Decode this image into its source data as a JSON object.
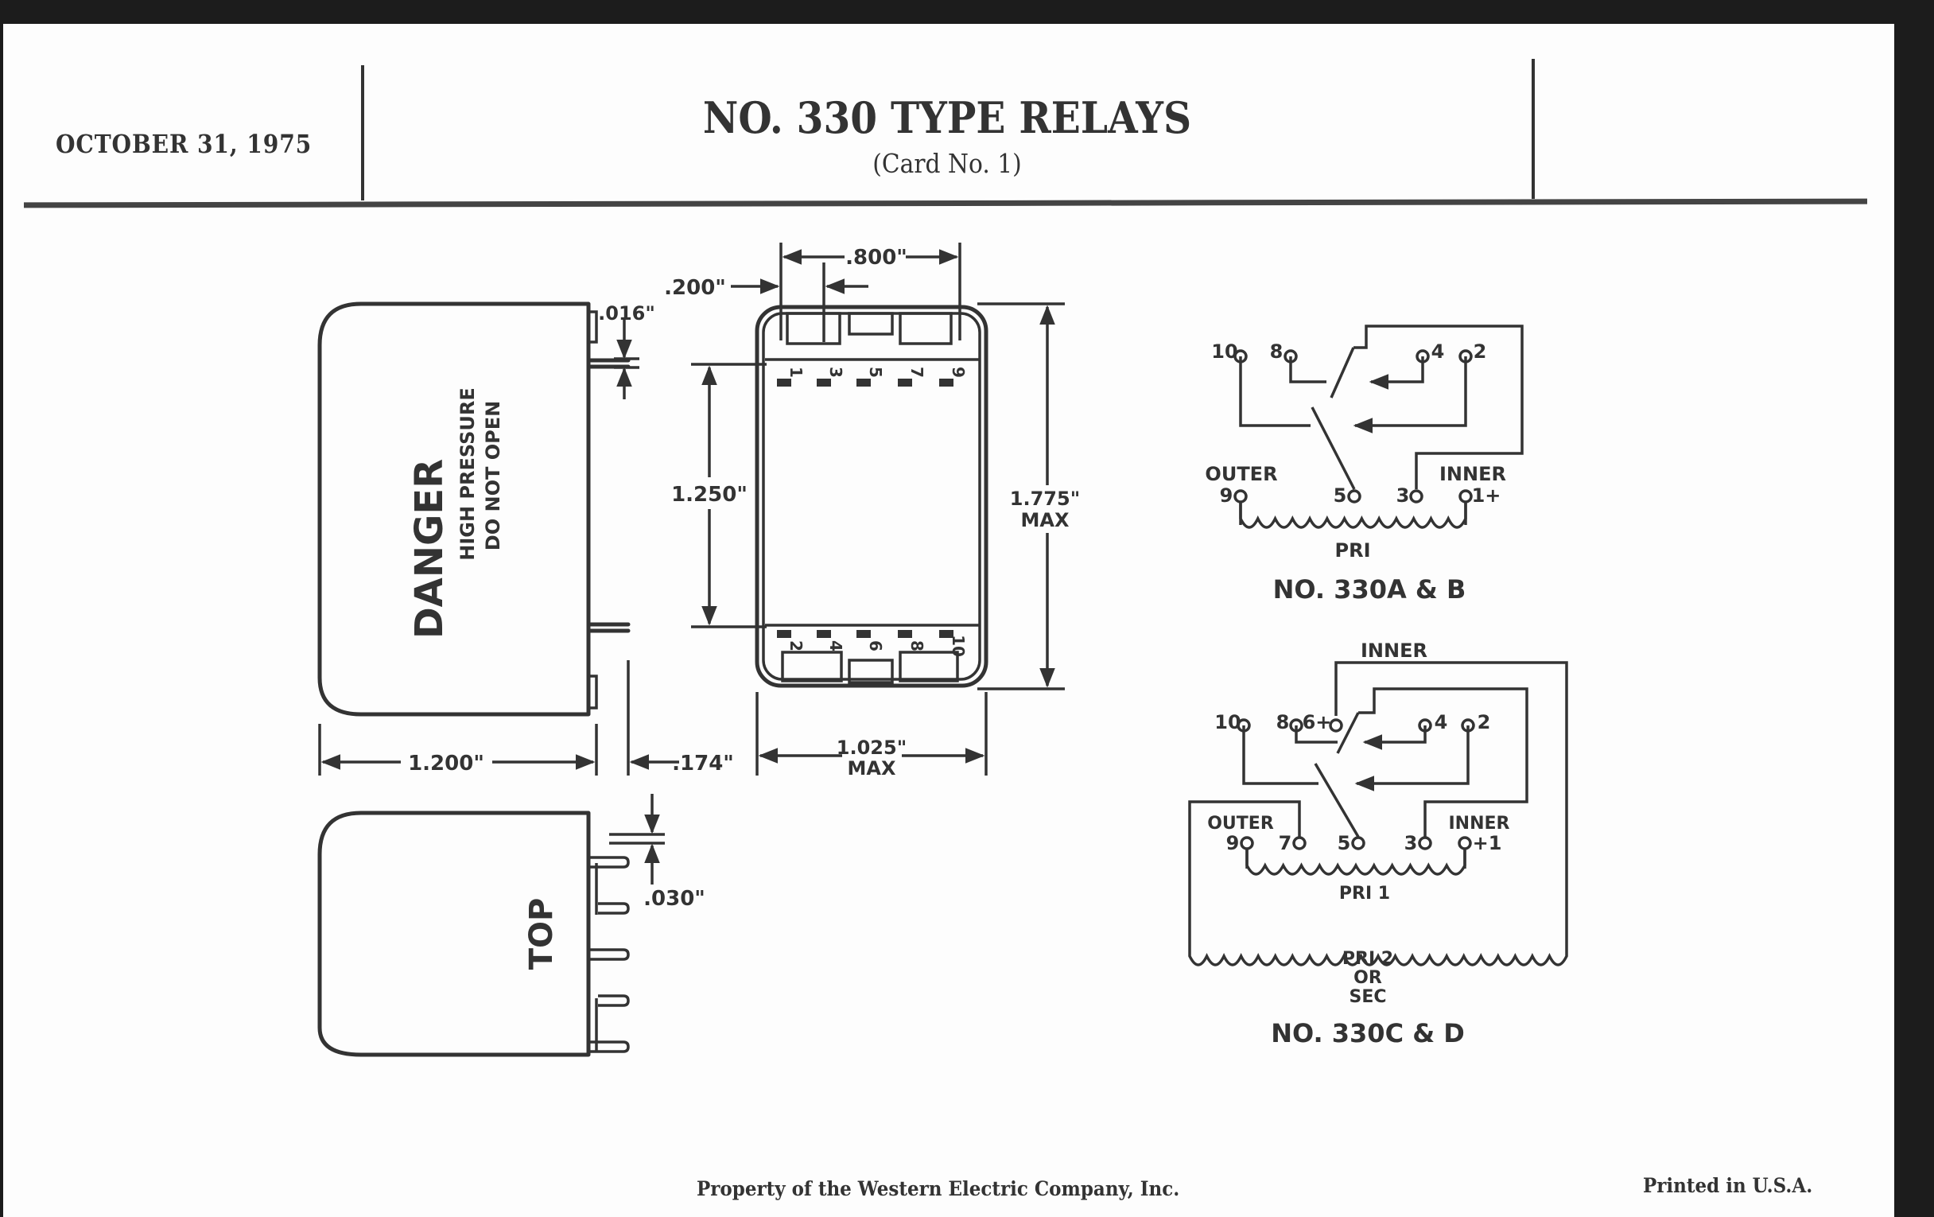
{
  "header": {
    "date": "OCTOBER 31, 1975",
    "title": "NO. 330 TYPE RELAYS",
    "subtitle": "(Card No. 1)"
  },
  "side_view": {
    "label_main": "DANGER",
    "label_line1": "HIGH PRESSURE",
    "label_line2": "DO NOT OPEN",
    "dim_width": "1.200\"",
    "dim_pin_length": ".174\"",
    "dim_pin_thickness": ".016\""
  },
  "front_view": {
    "dim_pin_spacing": ".800\"",
    "dim_pin_offset": ".200\"",
    "dim_row_spacing": "1.250\"",
    "dim_height": "1.775\"",
    "dim_height_note": "MAX",
    "dim_width": "1.025\"",
    "dim_width_note": "MAX",
    "top_pins": [
      "1",
      "3",
      "5",
      "7",
      "9"
    ],
    "bottom_pins": [
      "2",
      "4",
      "6",
      "8",
      "10"
    ]
  },
  "top_view": {
    "label": "TOP",
    "dim_pin_width": ".030\""
  },
  "schematic_a": {
    "caption": "NO. 330A & B",
    "terminals_top": [
      "10",
      "8",
      "4",
      "2"
    ],
    "terminals_bottom": [
      "9",
      "5",
      "3",
      "1+"
    ],
    "label_outer": "OUTER",
    "label_inner": "INNER",
    "winding": "PRI"
  },
  "schematic_c": {
    "caption": "NO. 330C & D",
    "terminals_top": [
      "10",
      "8",
      "6+",
      "4",
      "2"
    ],
    "terminals_bottom": [
      "9",
      "7",
      "5",
      "3",
      "+1"
    ],
    "label_outer": "OUTER",
    "label_inner": "INNER",
    "label_inner_top": "INNER",
    "winding1": "PRI 1",
    "winding2_line1": "PRI 2",
    "winding2_line2": "OR",
    "winding2_line3": "SEC"
  },
  "footer": {
    "left": "Property of the Western Electric Company, Inc.",
    "right": "Printed in U.S.A."
  }
}
